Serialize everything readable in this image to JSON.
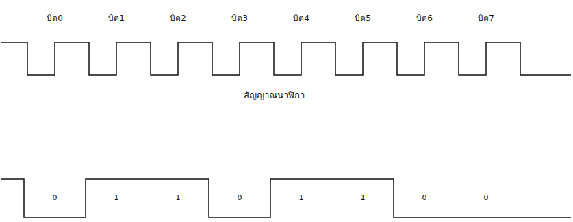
{
  "diagram": {
    "labels": [
      "บิต0",
      "บิต1",
      "บิต2",
      "บิต3",
      "บิต4",
      "บิต5",
      "บิต6",
      "บิต7",
      "สัญญาณนาฬิกา",
      "0",
      "1",
      "1",
      "0",
      "1",
      "1",
      "0",
      "0"
    ]
  }
}
